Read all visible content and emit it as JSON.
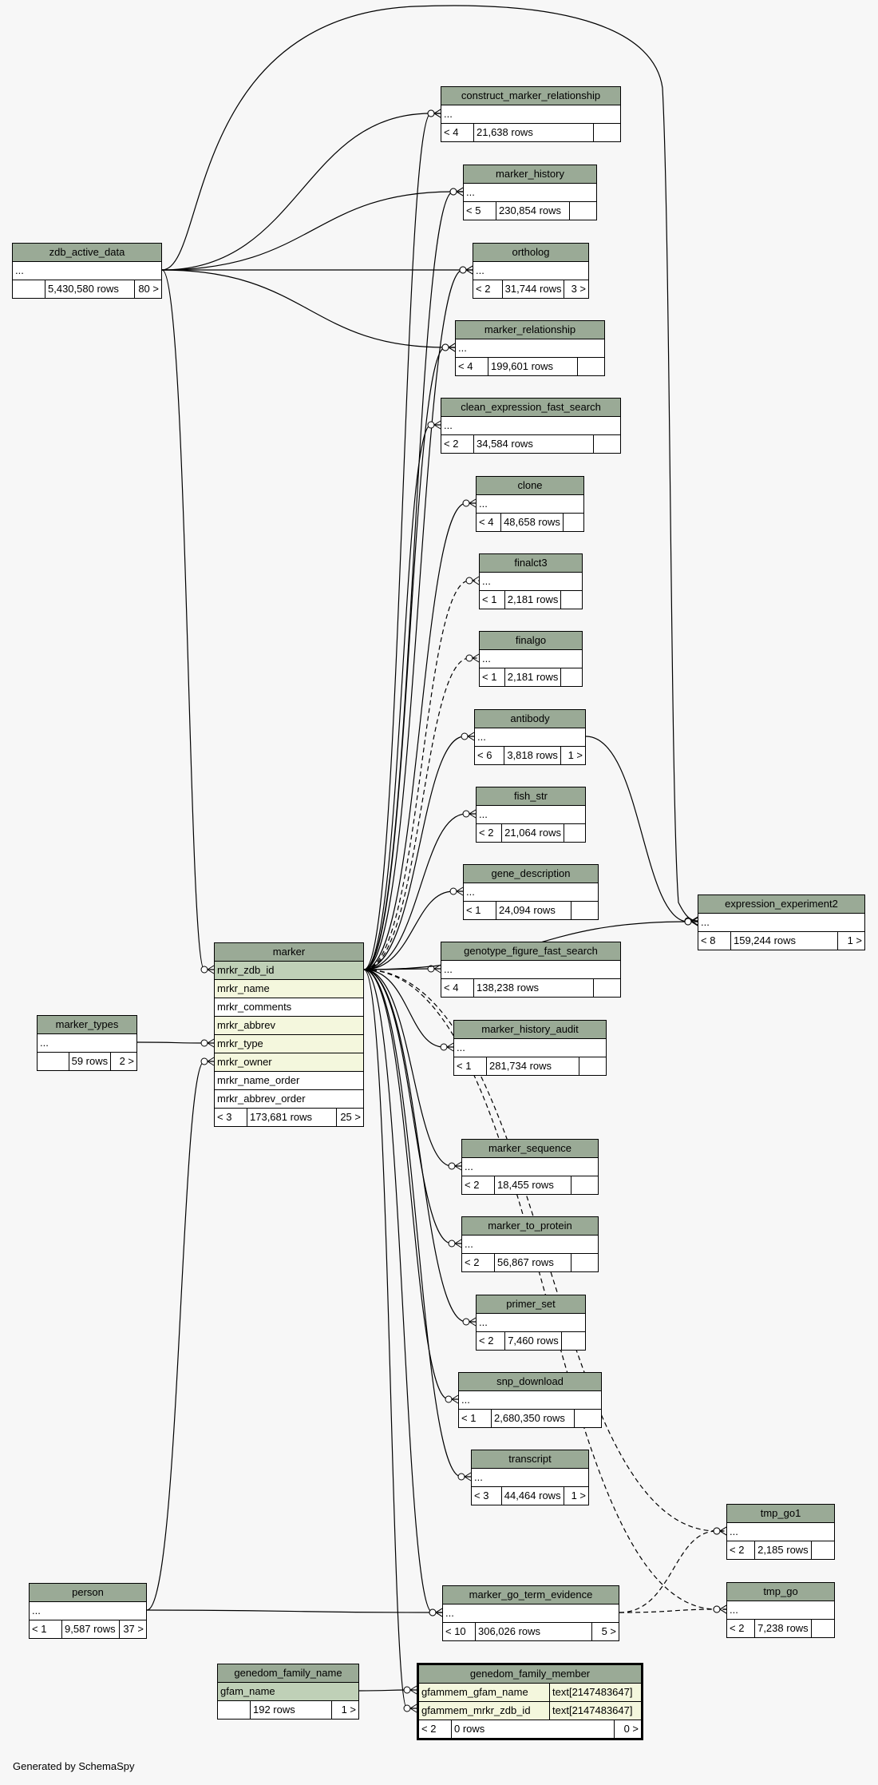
{
  "footer": "Generated by SchemaSpy",
  "tables": {
    "construct_marker_relationship": {
      "title": "construct_marker_relationship",
      "rows": [
        "..."
      ],
      "footer": [
        "< 4",
        "21,638 rows",
        ""
      ]
    },
    "marker_history": {
      "title": "marker_history",
      "rows": [
        "..."
      ],
      "footer": [
        "< 5",
        "230,854 rows",
        ""
      ]
    },
    "zdb_active_data": {
      "title": "zdb_active_data",
      "rows": [
        "..."
      ],
      "footer": [
        "",
        "5,430,580 rows",
        "80 >"
      ]
    },
    "ortholog": {
      "title": "ortholog",
      "rows": [
        "..."
      ],
      "footer": [
        "< 2",
        "31,744 rows",
        "3 >"
      ]
    },
    "marker_relationship": {
      "title": "marker_relationship",
      "rows": [
        "..."
      ],
      "footer": [
        "< 4",
        "199,601 rows",
        ""
      ]
    },
    "clean_expression_fast_search": {
      "title": "clean_expression_fast_search",
      "rows": [
        "..."
      ],
      "footer": [
        "< 2",
        "34,584 rows",
        ""
      ]
    },
    "clone": {
      "title": "clone",
      "rows": [
        "..."
      ],
      "footer": [
        "< 4",
        "48,658 rows",
        ""
      ]
    },
    "finalct3": {
      "title": "finalct3",
      "rows": [
        "..."
      ],
      "footer": [
        "< 1",
        "2,181 rows",
        ""
      ]
    },
    "finalgo": {
      "title": "finalgo",
      "rows": [
        "..."
      ],
      "footer": [
        "< 1",
        "2,181 rows",
        ""
      ]
    },
    "antibody": {
      "title": "antibody",
      "rows": [
        "..."
      ],
      "footer": [
        "< 6",
        "3,818 rows",
        "1 >"
      ]
    },
    "fish_str": {
      "title": "fish_str",
      "rows": [
        "..."
      ],
      "footer": [
        "< 2",
        "21,064 rows",
        ""
      ]
    },
    "gene_description": {
      "title": "gene_description",
      "rows": [
        "..."
      ],
      "footer": [
        "< 1",
        "24,094 rows",
        ""
      ]
    },
    "expression_experiment2": {
      "title": "expression_experiment2",
      "rows": [
        "..."
      ],
      "footer": [
        "< 8",
        "159,244 rows",
        "1 >"
      ]
    },
    "marker": {
      "title": "marker",
      "rows": [
        "mrkr_zdb_id",
        "mrkr_name",
        "mrkr_comments",
        "mrkr_abbrev",
        "mrkr_type",
        "mrkr_owner",
        "mrkr_name_order",
        "mrkr_abbrev_order"
      ],
      "footer": [
        "< 3",
        "173,681 rows",
        "25 >"
      ]
    },
    "genotype_figure_fast_search": {
      "title": "genotype_figure_fast_search",
      "rows": [
        "..."
      ],
      "footer": [
        "< 4",
        "138,238 rows",
        ""
      ]
    },
    "marker_types": {
      "title": "marker_types",
      "rows": [
        "..."
      ],
      "footer": [
        "",
        "59 rows",
        "2 >"
      ]
    },
    "marker_history_audit": {
      "title": "marker_history_audit",
      "rows": [
        "..."
      ],
      "footer": [
        "< 1",
        "281,734 rows",
        ""
      ]
    },
    "marker_sequence": {
      "title": "marker_sequence",
      "rows": [
        "..."
      ],
      "footer": [
        "< 2",
        "18,455 rows",
        ""
      ]
    },
    "marker_to_protein": {
      "title": "marker_to_protein",
      "rows": [
        "..."
      ],
      "footer": [
        "< 2",
        "56,867 rows",
        ""
      ]
    },
    "primer_set": {
      "title": "primer_set",
      "rows": [
        "..."
      ],
      "footer": [
        "< 2",
        "7,460 rows",
        ""
      ]
    },
    "snp_download": {
      "title": "snp_download",
      "rows": [
        "..."
      ],
      "footer": [
        "< 1",
        "2,680,350 rows",
        ""
      ]
    },
    "transcript": {
      "title": "transcript",
      "rows": [
        "..."
      ],
      "footer": [
        "< 3",
        "44,464 rows",
        "1 >"
      ]
    },
    "tmp_go1": {
      "title": "tmp_go1",
      "rows": [
        "..."
      ],
      "footer": [
        "< 2",
        "2,185 rows",
        ""
      ]
    },
    "person": {
      "title": "person",
      "rows": [
        "..."
      ],
      "footer": [
        "< 1",
        "9,587 rows",
        "37 >"
      ]
    },
    "marker_go_term_evidence": {
      "title": "marker_go_term_evidence",
      "rows": [
        "..."
      ],
      "footer": [
        "< 10",
        "306,026 rows",
        "5 >"
      ]
    },
    "tmp_go": {
      "title": "tmp_go",
      "rows": [
        "..."
      ],
      "footer": [
        "< 2",
        "7,238 rows",
        ""
      ]
    },
    "genedom_family_name": {
      "title": "genedom_family_name",
      "rows": [
        "gfam_name"
      ],
      "footer": [
        "",
        "192 rows",
        "1 >"
      ]
    },
    "genedom_family_member": {
      "title": "genedom_family_member",
      "rows": [
        "gfammem_gfam_name",
        "gfammem_mrkr_zdb_id"
      ],
      "types": [
        "text[2147483647]",
        "text[2147483647]"
      ],
      "footer": [
        "< 2",
        "0 rows",
        "0 >"
      ]
    }
  }
}
